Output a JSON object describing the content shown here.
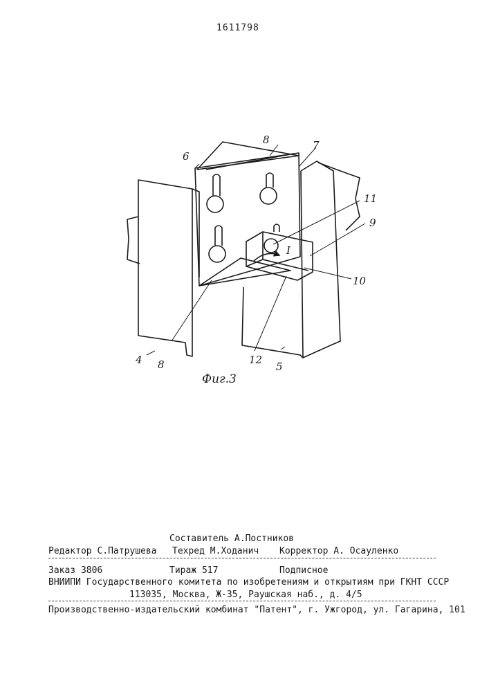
{
  "header": {
    "patent_number": "1611798"
  },
  "figure": {
    "caption": "Фиг.3",
    "labels": {
      "l4": "4",
      "l5": "5",
      "l6": "6",
      "l7": "7",
      "l8a": "8",
      "l8b": "8",
      "l9": "9",
      "l10": "10",
      "l11": "11",
      "l12": "12",
      "view": "I"
    }
  },
  "imprint": {
    "compiler": "Составитель А.Постников",
    "editor": "Редактор С.Патрушева",
    "techred": "Техред М.Ходанич",
    "corrector": "Корректор А. Осауленко",
    "order": "Заказ 3806",
    "print_run": "Тираж 517",
    "subscription": "Подписное",
    "institute": "ВНИИПИ Государственного комитета по изобретениям и открытиям при ГКНТ СССР",
    "address": "113035, Москва, Ж-35, Раушская наб., д. 4/5",
    "publisher": "Производственно-издательский комбинат \"Патент\", г. Ужгород, ул. Гагарина, 101"
  }
}
